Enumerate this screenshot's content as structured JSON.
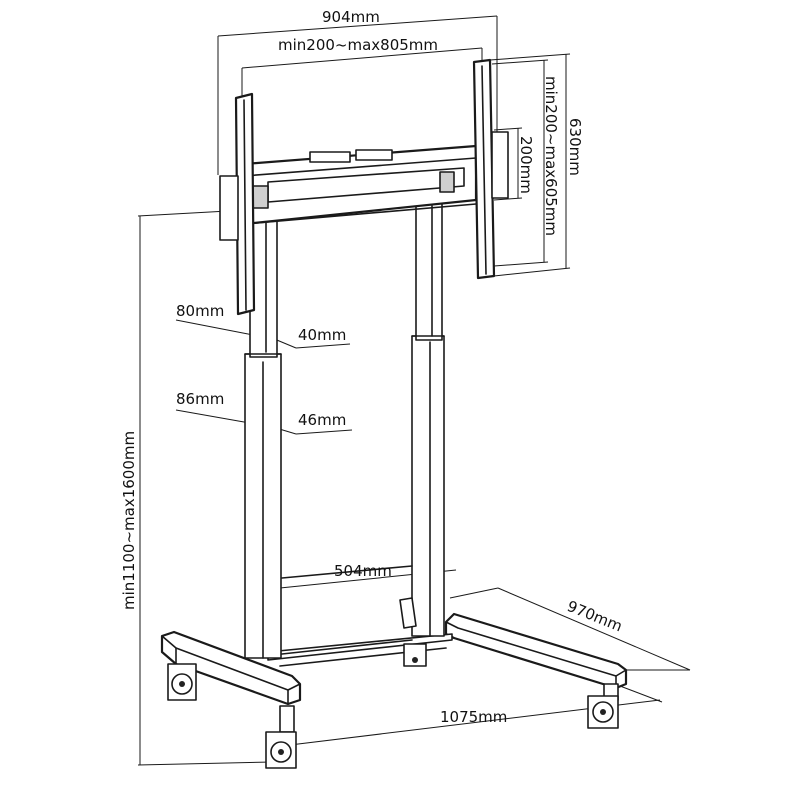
{
  "diagram": {
    "dimensions": {
      "overall_width": "904mm",
      "vesa_horizontal": "min200~max805mm",
      "bracket_height": "630mm",
      "vesa_vertical": "min200~max605mm",
      "rail_spacing": "200mm",
      "outer_tube_width": "80mm",
      "outer_tube_depth": "40mm",
      "inner_tube_width": "86mm",
      "inner_tube_depth": "46mm",
      "column_spacing": "504mm",
      "base_depth": "970mm",
      "base_width": "1075mm",
      "height_range": "min1100~max1600mm"
    }
  }
}
